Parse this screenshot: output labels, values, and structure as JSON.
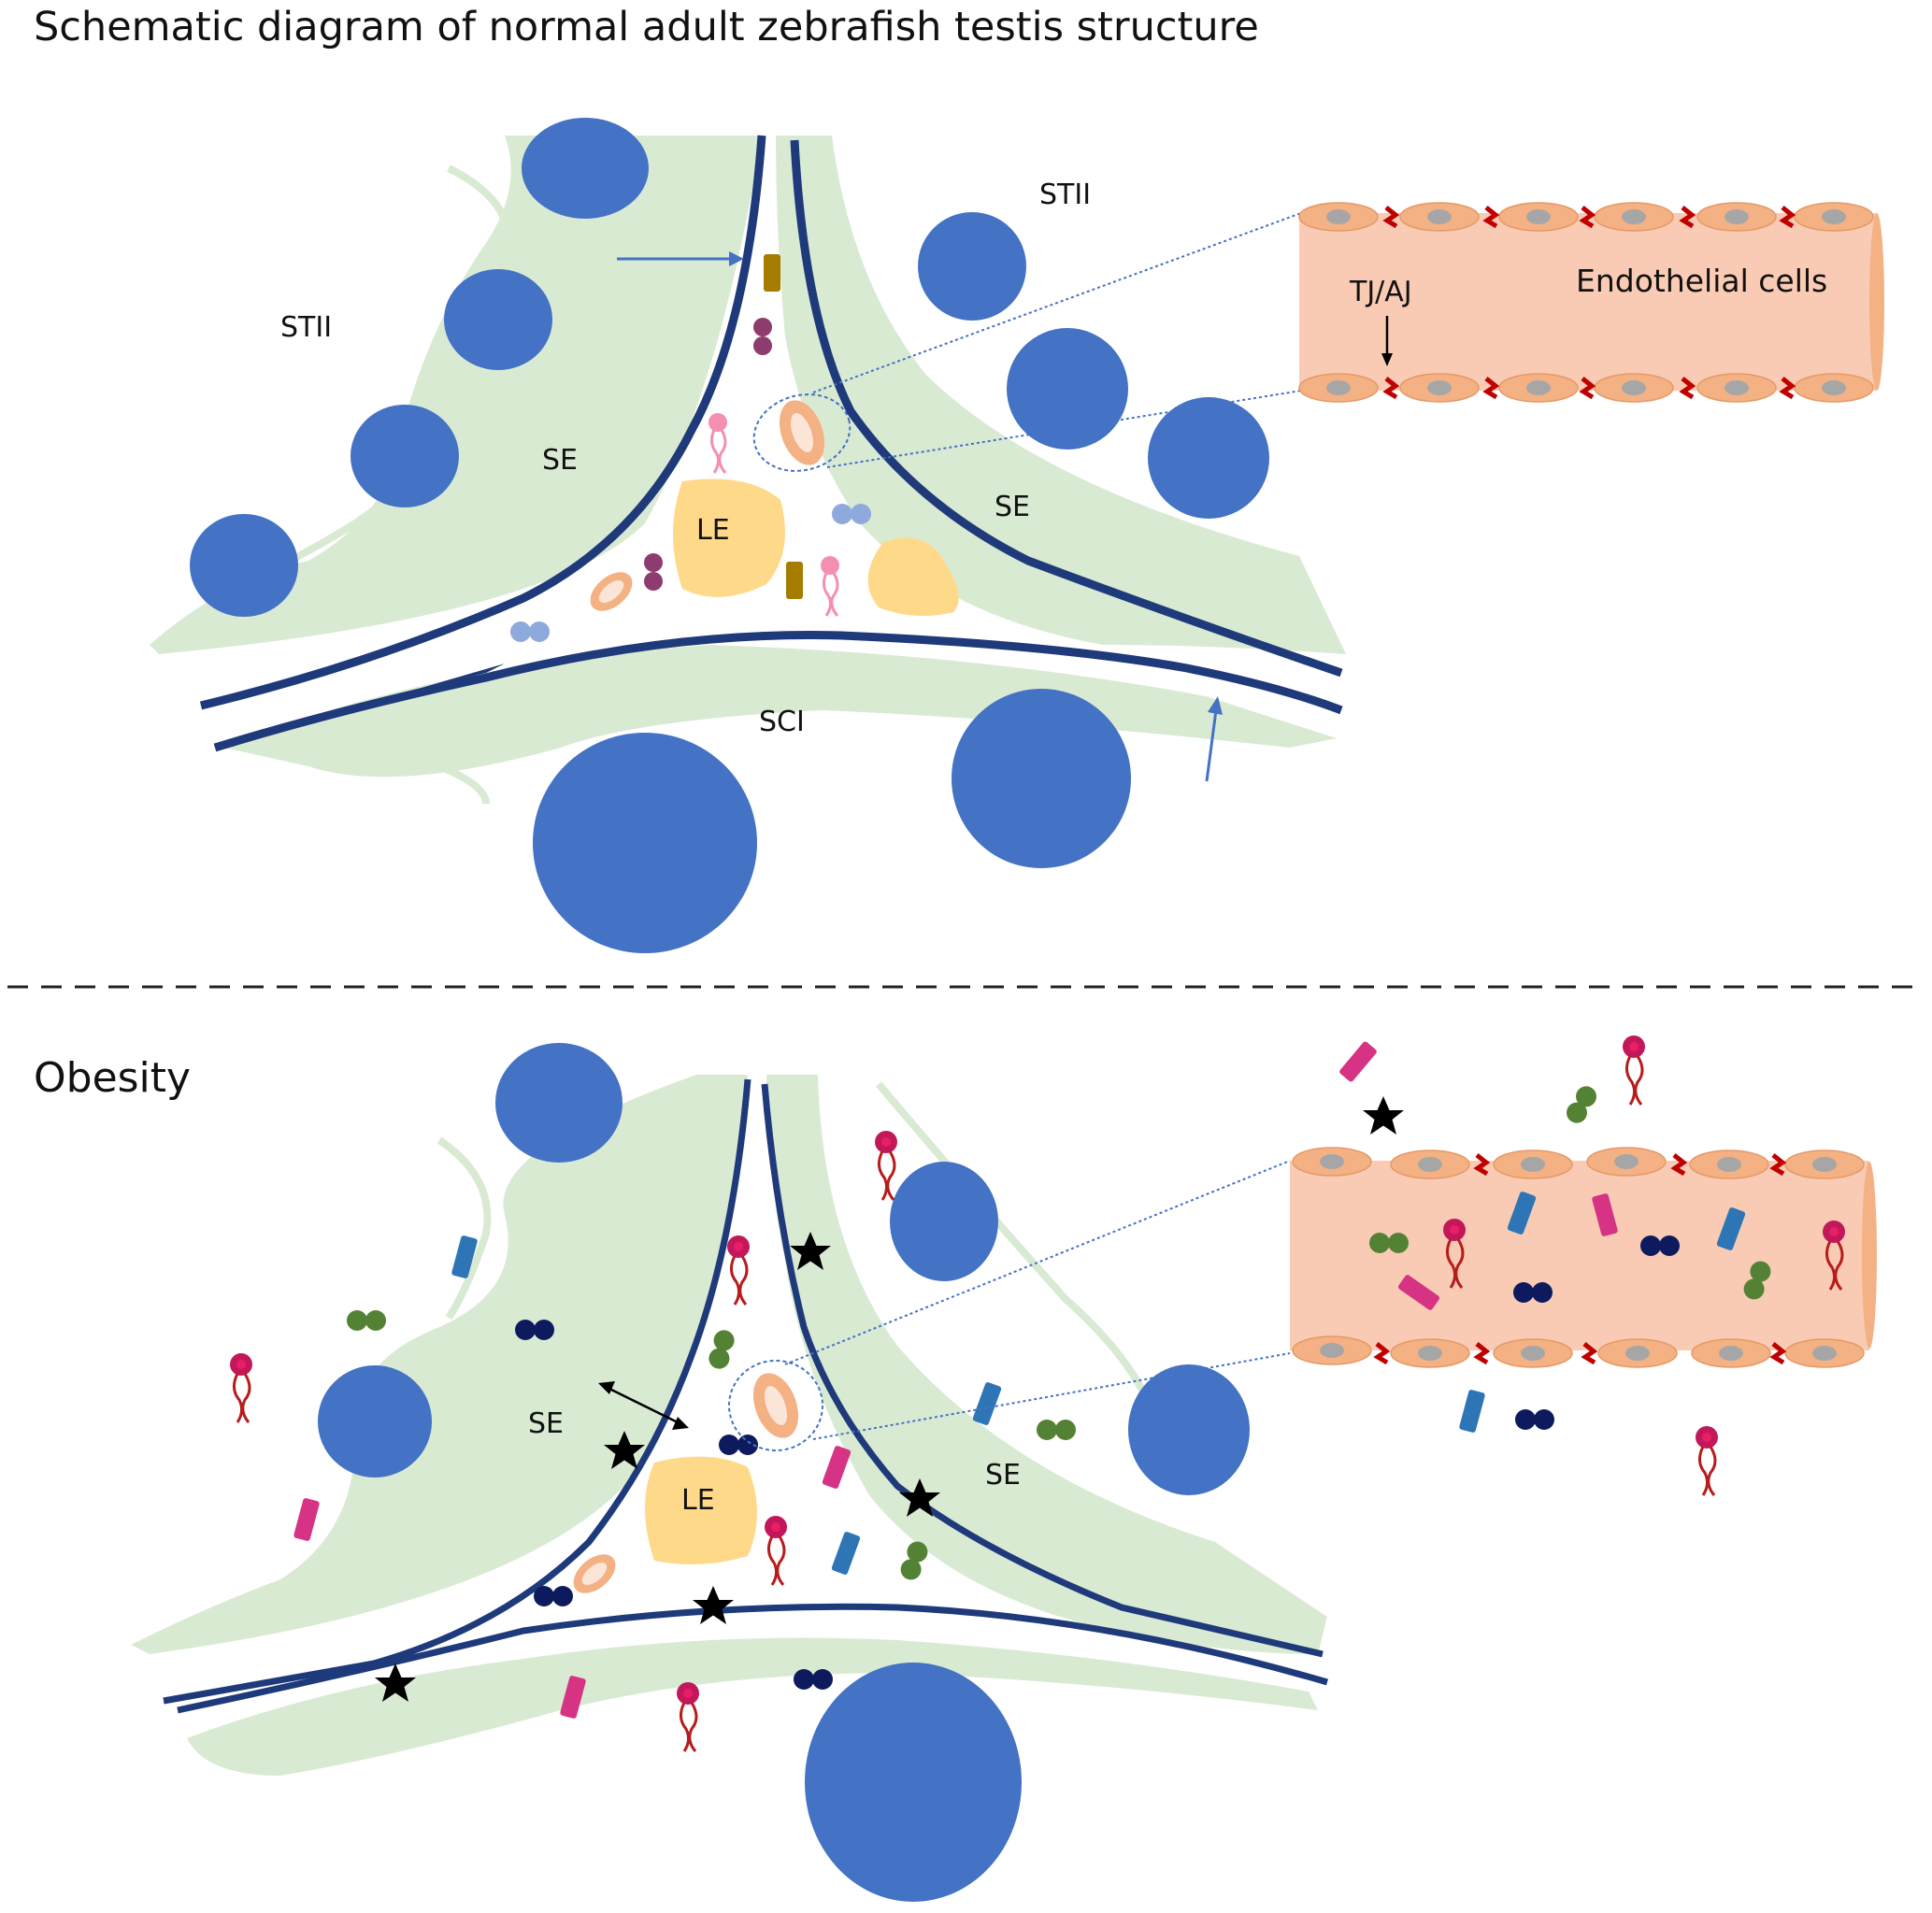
{
  "titles": {
    "normal": "Schematic diagram of normal adult zebrafish testis structure",
    "obesity": "Obesity"
  },
  "labels": {
    "stii": "STII",
    "se": "SE",
    "le": "LE",
    "sci": "SCI",
    "tj_aj": "TJ/AJ",
    "endothelial": "Endothelial cells"
  },
  "colors": {
    "germ_cell": "#4472C4",
    "tissue": "#D9EAD3",
    "membrane": "#1F3A7A",
    "leydig": "#FFD98A",
    "endothelium": "#F9CBB4",
    "junction": "#C00000",
    "nucleus": "#A6A6A6",
    "star": "#000000"
  }
}
